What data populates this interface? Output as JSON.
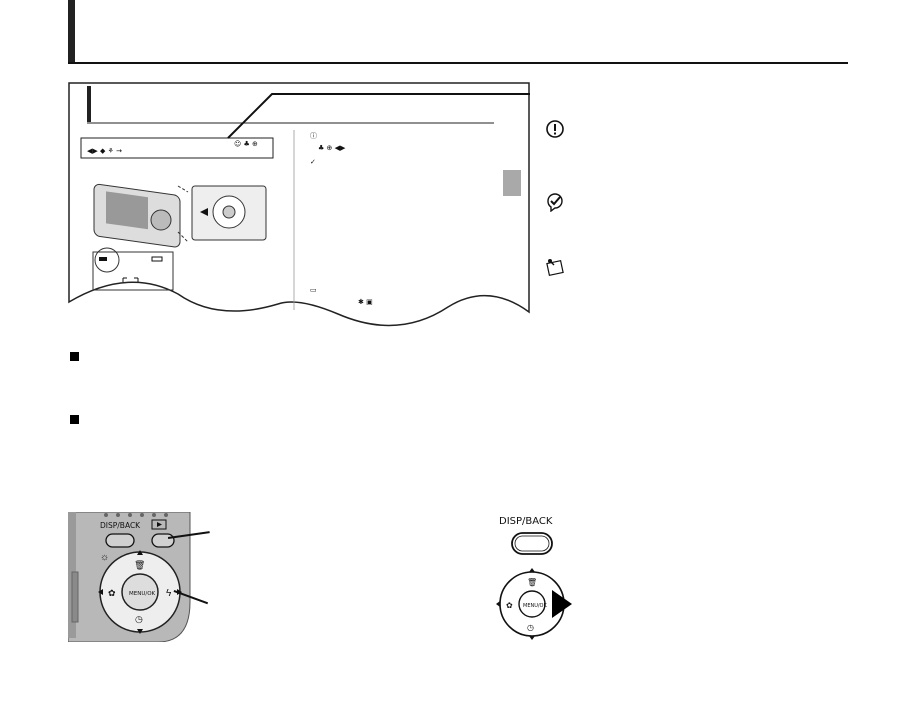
{
  "header": {
    "bar_color": "#222222"
  },
  "sample_page": {
    "accent_gray": "#a9a9a9",
    "icons": [
      "caution-icon",
      "check-icon",
      "memo-icon"
    ]
  },
  "callout_icons": [
    "caution-icon",
    "check-icon",
    "memo-icon"
  ],
  "sections": [
    {
      "bullet": "square-bullet"
    },
    {
      "bullet": "square-bullet"
    }
  ],
  "camera_photo": {
    "disp_label": "DISP/BACK",
    "menu_label": "MENU/OK"
  },
  "button_diagram": {
    "disp_label": "DISP/BACK",
    "menu_label": "MENU/OK"
  }
}
